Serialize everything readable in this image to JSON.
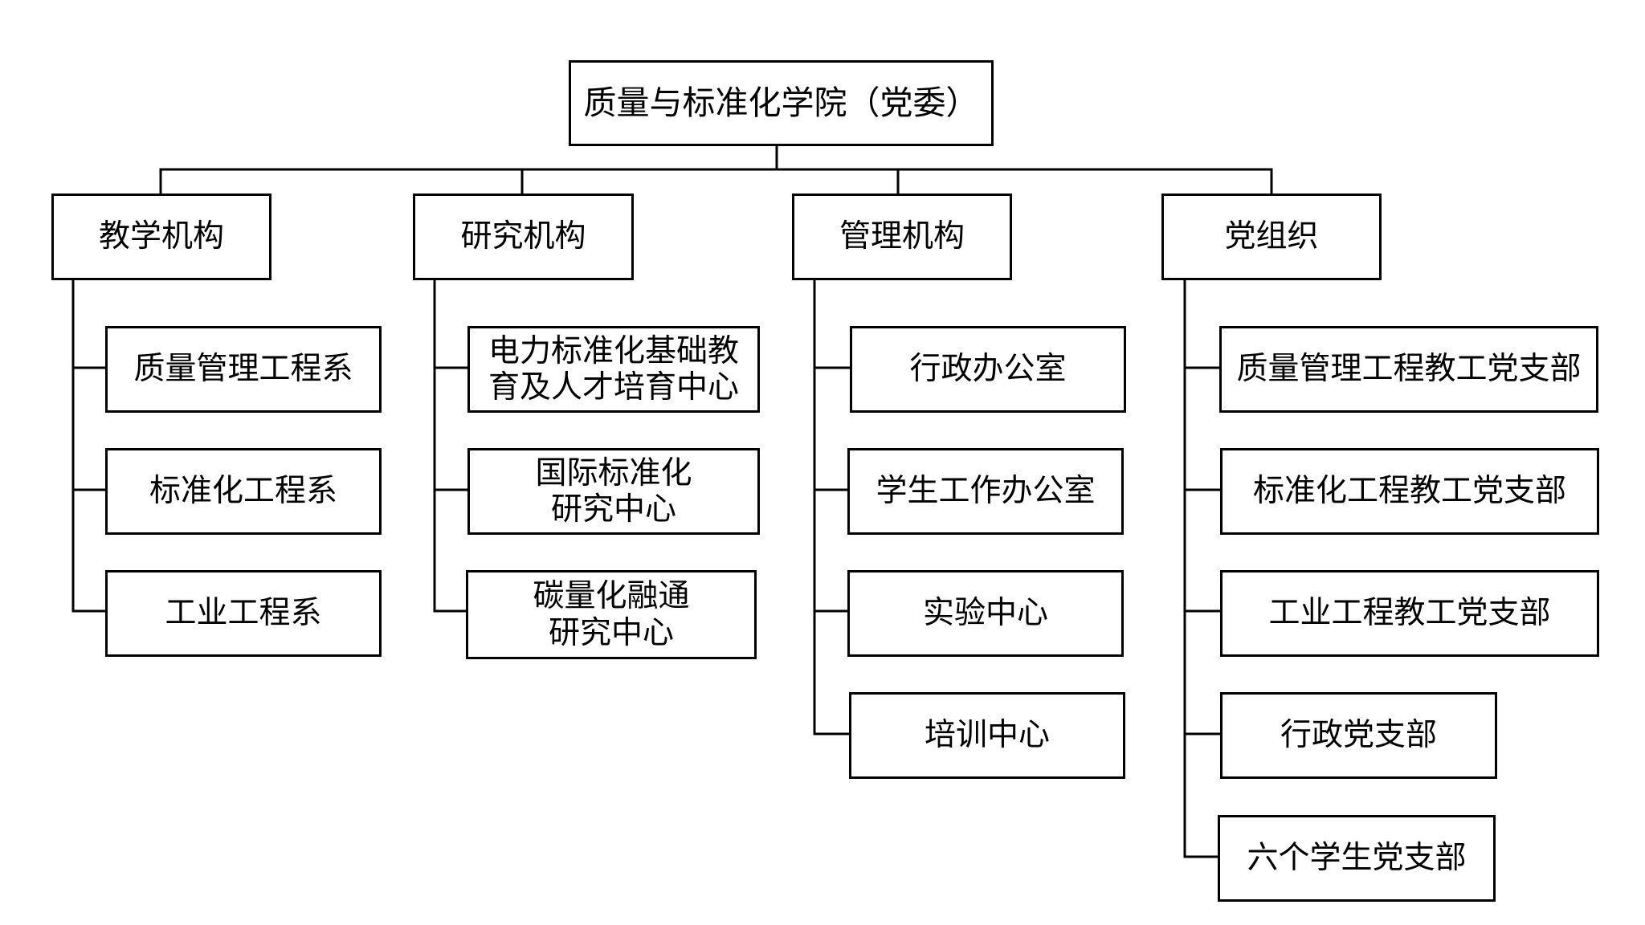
{
  "title": "质量与标准化学院（党委）",
  "columns": [
    {
      "label": "教学机构",
      "items": [
        "质量管理工程系",
        "标准化工程系",
        "工业工程系"
      ]
    },
    {
      "label": "研究机构",
      "items": [
        "电力标准化基础教\n育及人才培育中心",
        "国际标准化\n研究中心",
        "碳量化融通\n研究中心"
      ]
    },
    {
      "label": "管理机构",
      "items": [
        "行政办公室",
        "学生工作办公室",
        "实验中心",
        "培训中心"
      ]
    },
    {
      "label": "党组织",
      "items": [
        "质量管理工程教工党支部",
        "标准化工程教工党支部",
        "工业工程教工党支部",
        "行政党支部",
        "六个学生党支部"
      ]
    }
  ]
}
